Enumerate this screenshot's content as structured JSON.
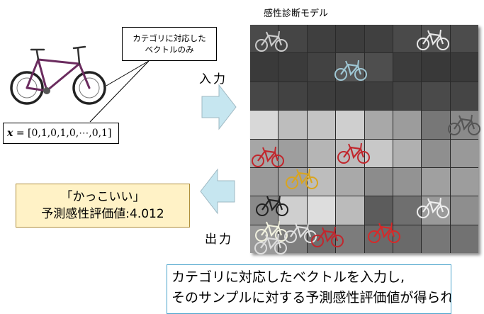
{
  "model_title": "感性診断モデル",
  "callout": {
    "line1": "カテゴリに対応した",
    "line2": "ベクトルのみ"
  },
  "formula": {
    "var": "x",
    "rhs": "= [0,1,0,1,0,⋯,0,1]"
  },
  "input_label": "入力",
  "output_label": "出力",
  "result": {
    "line1": "「かっこいい」",
    "line2": "予測感性評価値:4.012"
  },
  "caption": {
    "line1": "カテゴリに対応したベクトルを入力し,",
    "line2": "そのサンプルに対する予測感性評価値が得られる"
  },
  "colors": {
    "result_bg": "#fff2c6",
    "arrow_fill": "#c6e6f0",
    "caption_border": "#4aa4cc"
  }
}
